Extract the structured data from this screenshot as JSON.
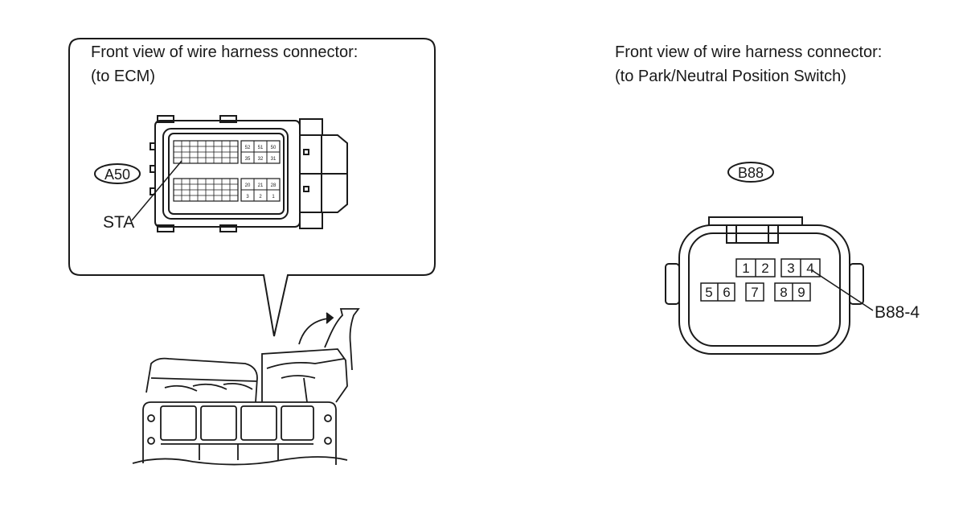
{
  "left_panel": {
    "heading_line1": "Front view of wire harness connector:",
    "heading_line2": "(to ECM)",
    "connector_id": "A50",
    "pin_callout": "STA",
    "top_block_pins": [
      "52",
      "51",
      "50",
      "35",
      "32",
      "31"
    ],
    "bottom_block_pins": [
      "20",
      "21",
      "28",
      "3",
      "2",
      "1"
    ]
  },
  "right_panel": {
    "heading_line1": "Front view of wire harness connector:",
    "heading_line2": "(to Park/Neutral Position Switch)",
    "connector_id": "B88",
    "pin_callout": "B88-4",
    "pins_top": [
      "1",
      "2",
      "3",
      "4"
    ],
    "pins_bottom": [
      "5",
      "6",
      "7",
      "8",
      "9"
    ]
  }
}
